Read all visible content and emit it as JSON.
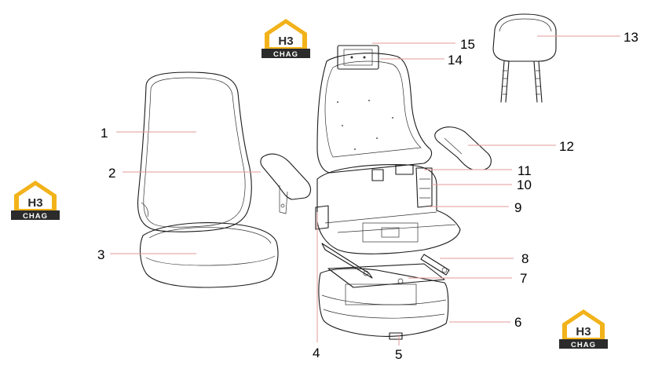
{
  "brand": {
    "logo_letters": "H3",
    "logo_word": "CHAG",
    "gold_color": "#f2b21a",
    "dark_color": "#2b2b2b"
  },
  "callouts": [
    {
      "id": "1",
      "label": "1"
    },
    {
      "id": "2",
      "label": "2"
    },
    {
      "id": "3",
      "label": "3"
    },
    {
      "id": "4",
      "label": "4"
    },
    {
      "id": "5",
      "label": "5"
    },
    {
      "id": "6",
      "label": "6"
    },
    {
      "id": "7",
      "label": "7"
    },
    {
      "id": "8",
      "label": "8"
    },
    {
      "id": "9",
      "label": "9"
    },
    {
      "id": "10",
      "label": "10"
    },
    {
      "id": "11",
      "label": "11"
    },
    {
      "id": "12",
      "label": "12"
    },
    {
      "id": "13",
      "label": "13"
    },
    {
      "id": "14",
      "label": "14"
    },
    {
      "id": "15",
      "label": "15"
    }
  ],
  "leader_color": "#e39a9a"
}
